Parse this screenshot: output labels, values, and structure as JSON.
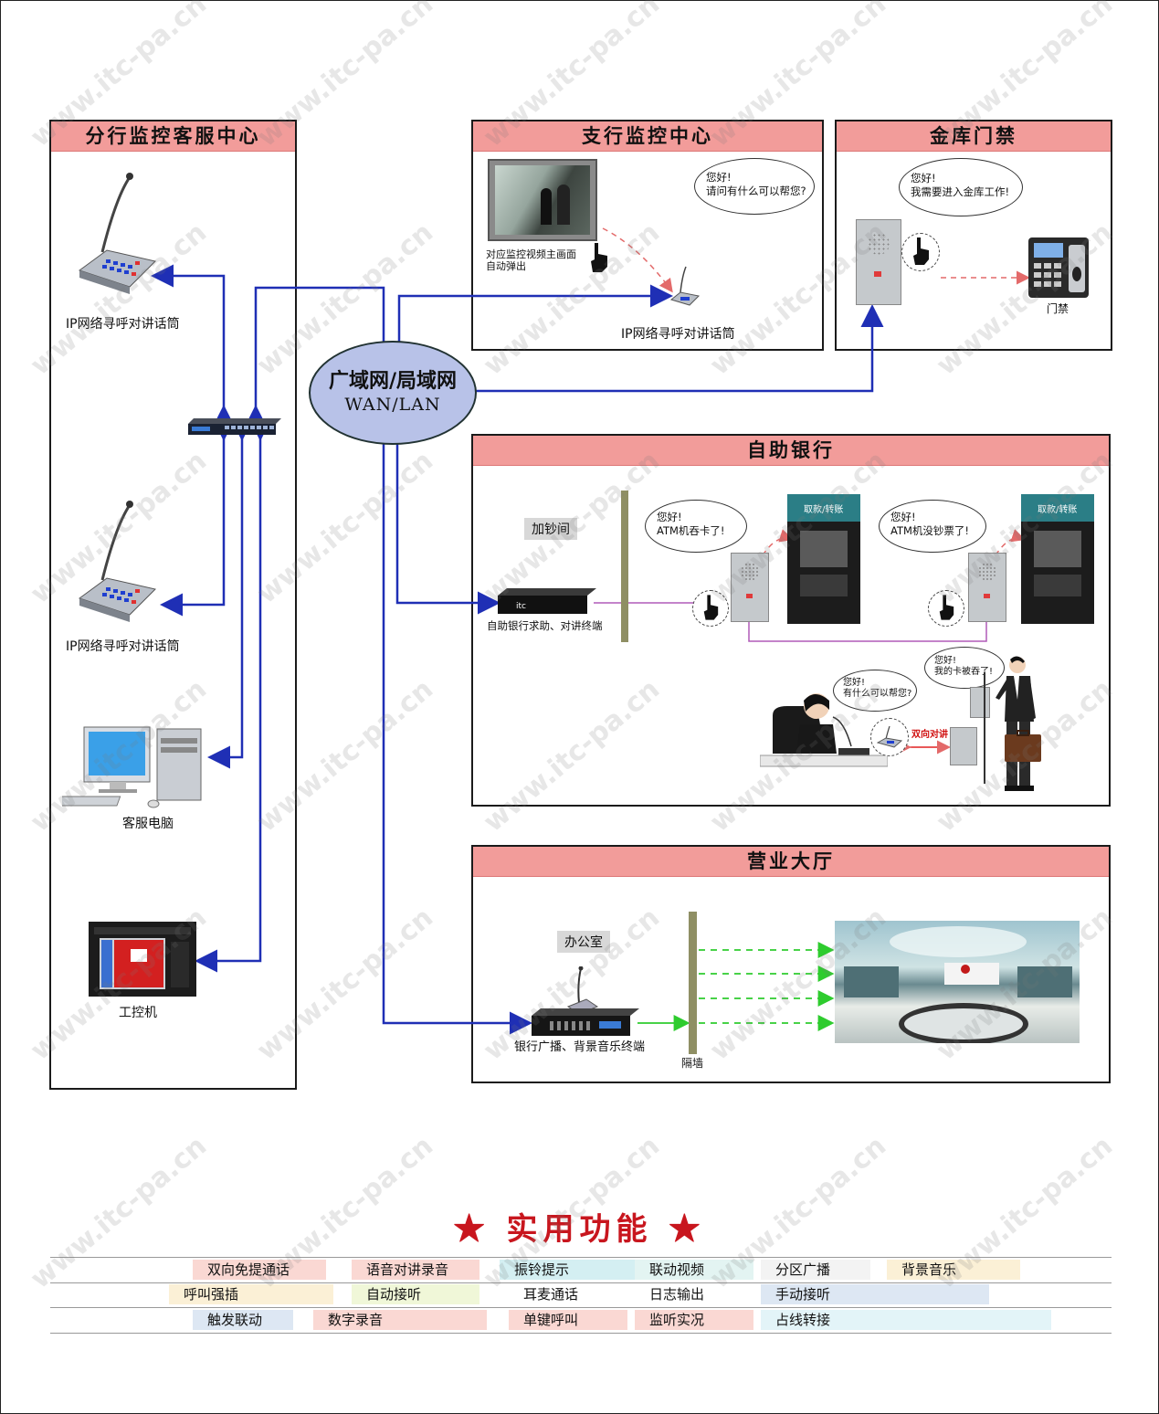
{
  "panels": {
    "branch_center": {
      "title": "分行监控客服中心"
    },
    "subbranch_center": {
      "title": "支行监控中心"
    },
    "vault": {
      "title": "金库门禁"
    },
    "self_service": {
      "title": "自助银行"
    },
    "hall": {
      "title": "营业大厅"
    }
  },
  "network": {
    "line1": "广域网/局域网",
    "line2": "WAN/LAN"
  },
  "branch_center": {
    "mic1_label": "IP网络寻呼对讲话筒",
    "mic2_label": "IP网络寻呼对讲话筒",
    "pc_label": "客服电脑",
    "ipc_label": "工控机"
  },
  "subbranch": {
    "video_caption_line1": "对应监控视频主画面",
    "video_caption_line2": "自动弹出",
    "bubble_line1": "您好!",
    "bubble_line2": "请问有什么可以帮您?",
    "mic_label": "IP网络寻呼对讲话筒"
  },
  "vault": {
    "bubble_line1": "您好!",
    "bubble_line2": "我需要进入金库工作!",
    "door_label": "门禁"
  },
  "self_service": {
    "room_tag": "加钞间",
    "terminal_label": "自助银行求助、对讲终端",
    "bubble1_line1": "您好!",
    "bubble1_line2": "ATM机吞卡了!",
    "bubble2_line1": "您好!",
    "bubble2_line2": "ATM机没钞票了!",
    "bubble3_line1": "您好!",
    "bubble3_line2": "有什么可以帮您?",
    "bubble4_line1": "您好!",
    "bubble4_line2": "我的卡被吞了!",
    "duplex_label": "双向对讲",
    "atm_sign": "取款/转账"
  },
  "hall": {
    "room_tag": "办公室",
    "terminal_label": "银行广播、背景音乐终端",
    "wall_label": "隔墙"
  },
  "features": {
    "title": "★ 实用功能 ★",
    "rows": [
      [
        "双向免提通话",
        "语音对讲录音",
        "振铃提示",
        "联动视频",
        "分区广播",
        "背景音乐"
      ],
      [
        "呼叫强插",
        "自动接听",
        "耳麦通话",
        "日志输出",
        "手动接听"
      ],
      [
        "触发联动",
        "数字录音",
        "单键呼叫",
        "监听实况",
        "占线转接"
      ]
    ]
  },
  "watermark": "www.itc-pa.cn",
  "colors": {
    "title_bar": "#f29c9a",
    "link_blue": "#1f2fb5",
    "feature_red": "#c8161e"
  }
}
